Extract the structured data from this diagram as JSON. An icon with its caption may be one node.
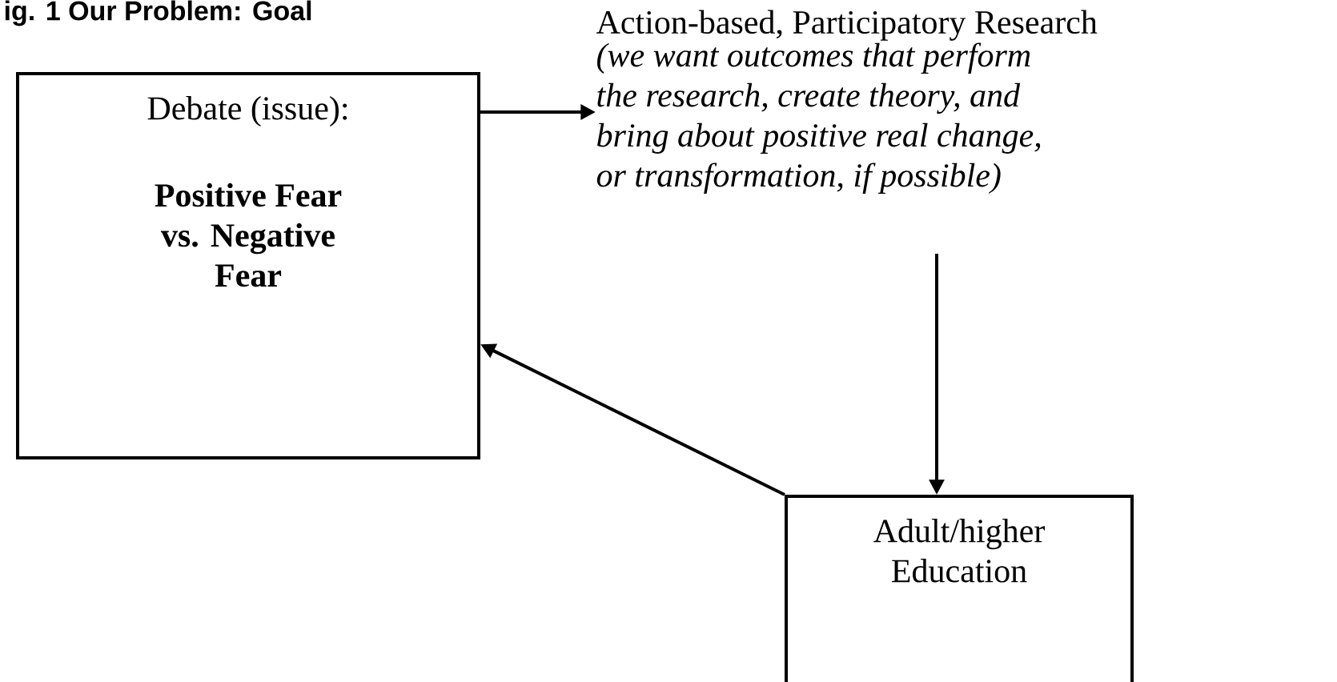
{
  "diagram": {
    "title": "ig. 1 Our Problem: Goal",
    "nodes": [
      {
        "text": [
          "Debate (issue):",
          "Positive Fear vs. Negative Fear"
        ]
      },
      {
        "text": [
          "Action-based, Participatory Research",
          "(we want outcomes that perform the research, create theory, and bring about positive real change, or transformation, if possible)"
        ]
      },
      {
        "text": [
          "Adult/higher Education"
        ]
      }
    ],
    "edges": [
      {
        "from": 0,
        "to": 1,
        "arrow": "to"
      },
      {
        "from": 1,
        "to": 2,
        "arrow": "to"
      },
      {
        "from": 2,
        "to": 0,
        "arrow": "to"
      }
    ]
  }
}
